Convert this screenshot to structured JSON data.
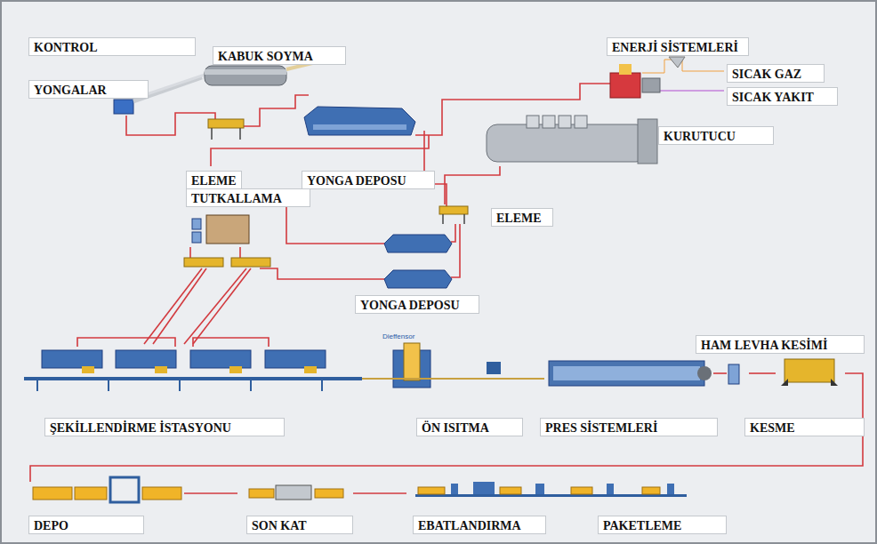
{
  "diagram": {
    "nodes": [
      {
        "text": [
          "KONTROL"
        ]
      },
      {
        "text": [
          "KABUK SOYMA"
        ]
      },
      {
        "text": [
          "YONGALAR"
        ]
      },
      {
        "text": [
          "ENERJİ SİSTEMLERİ"
        ]
      },
      {
        "text": [
          "SICAK GAZ"
        ]
      },
      {
        "text": [
          "SICAK YAKIT"
        ]
      },
      {
        "text": [
          "KURUTUCU"
        ]
      },
      {
        "text": [
          "ELEME"
        ]
      },
      {
        "text": [
          "YONGA DEPOSU"
        ]
      },
      {
        "text": [
          "TUTKALLAMA"
        ]
      },
      {
        "text": [
          "ELEME"
        ]
      },
      {
        "text": [
          "YONGA DEPOSU"
        ]
      },
      {
        "text": [
          "HAM LEVHA KESİMİ"
        ]
      },
      {
        "text": [
          "ŞEKİLLENDİRME İSTASYONU"
        ]
      },
      {
        "text": [
          "ÖN ISITMA"
        ]
      },
      {
        "text": [
          "PRES SİSTEMLERİ"
        ]
      },
      {
        "text": [
          "KESME"
        ]
      },
      {
        "text": [
          "DEPO"
        ]
      },
      {
        "text": [
          "SON KAT"
        ]
      },
      {
        "text": [
          "EBATLANDIRMA"
        ]
      },
      {
        "text": [
          "PAKETLEME"
        ]
      }
    ],
    "labels": [
      "Dieffensor"
    ]
  }
}
